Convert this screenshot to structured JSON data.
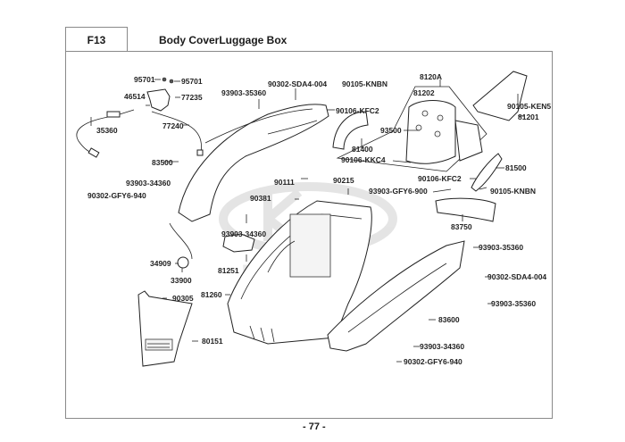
{
  "header": {
    "section_code": "F13",
    "title": "Body CoverLuggage Box"
  },
  "footer": {
    "page_number": "- 77 -"
  },
  "watermark": {
    "brand": "KYMCO logo",
    "color": "#d9d9d9"
  },
  "parts": {
    "p95701a": "95701",
    "p95701b": "95701",
    "p46514": "46514",
    "p77235": "77235",
    "p35360": "35360",
    "p77240": "77240",
    "p93903_35360_top": "93903-35360",
    "p90302_sda4_top": "90302-SDA4-004",
    "p90105_knbn_top": "90105-KNBN",
    "p90106_kfc2_top": "90106-KFC2",
    "p8120a": "8120A",
    "p81202": "81202",
    "p93500": "93500",
    "p81400": "81400",
    "p90106_kkc4": "90106-KKC4",
    "p90105_ken5": "90105-KEN5",
    "p81201": "81201",
    "p83500": "83500",
    "p93903_34360_left": "93903-34360",
    "p90302_gfy6_left": "90302-GFY6-940",
    "p90111": "90111",
    "p90215": "90215",
    "p90381": "90381",
    "p93903_34360_mid": "93903-34360",
    "p81500": "81500",
    "p90106_kfc2_right": "90106-KFC2",
    "p93903_gfy6_900": "93903-GFY6-900",
    "p90105_knbn_right": "90105-KNBN",
    "p83750": "83750",
    "p34909": "34909",
    "p33900": "33900",
    "p81251": "81251",
    "p93903_35360_right1": "93903-35360",
    "p90302_sda4_right": "90302-SDA4-004",
    "p90305": "90305",
    "p81260": "81260",
    "p93903_35360_right2": "93903-35360",
    "p83600": "83600",
    "p80151": "80151",
    "p93903_34360_bottom": "93903-34360",
    "p90302_gfy6_bottom": "90302-GFY6-940"
  }
}
